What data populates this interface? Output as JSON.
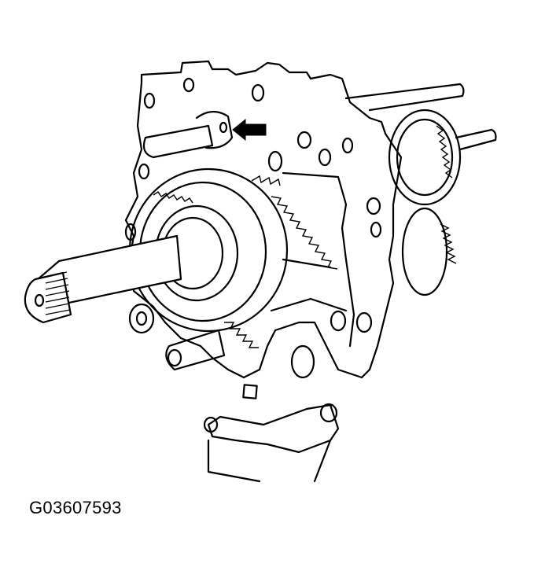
{
  "figure": {
    "subject": "transmission-assembly-line-drawing",
    "callout": {
      "type": "arrow",
      "direction": "left",
      "color": "#000000"
    },
    "caption": "G03607593"
  }
}
